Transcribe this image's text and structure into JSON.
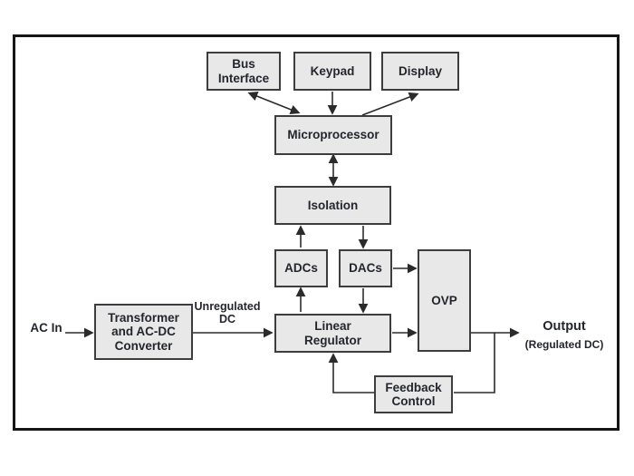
{
  "diagram": {
    "description": "Block diagram of a microprocessor-controlled linear regulated power supply",
    "blocks": {
      "bus_interface": "Bus\nInterface",
      "keypad": "Keypad",
      "display": "Display",
      "microprocessor": "Microprocessor",
      "isolation": "Isolation",
      "adcs": "ADCs",
      "dacs": "DACs",
      "ovp": "OVP",
      "linear_regulator": "Linear\nRegulator",
      "transformer": "Transformer\nand AC-DC\nConverter",
      "feedback_control": "Feedback\nControl"
    },
    "labels": {
      "ac_in": "AC In",
      "unregulated_dc": "Unregulated\nDC",
      "output": "Output",
      "output_sub": "(Regulated DC)"
    },
    "connections": [
      "AC In -> Transformer and AC-DC Converter",
      "Transformer and AC-DC Converter -> Linear Regulator (Unregulated DC)",
      "Bus Interface <-> Microprocessor",
      "Keypad -> Microprocessor",
      "Microprocessor -> Display",
      "Microprocessor <-> Isolation",
      "ADCs -> Isolation",
      "Isolation -> DACs",
      "Linear Regulator -> ADCs",
      "DACs -> Linear Regulator",
      "DACs -> OVP",
      "Linear Regulator -> OVP",
      "OVP -> Output (Regulated DC)",
      "Output node -> Feedback Control",
      "Feedback Control -> Linear Regulator"
    ],
    "colors": {
      "background": "#ffffff",
      "frame_border": "#161616",
      "box_fill": "#e8e8e8",
      "box_border": "#3d3d3d",
      "line": "#2b2b2b",
      "text": "#24262e"
    }
  }
}
